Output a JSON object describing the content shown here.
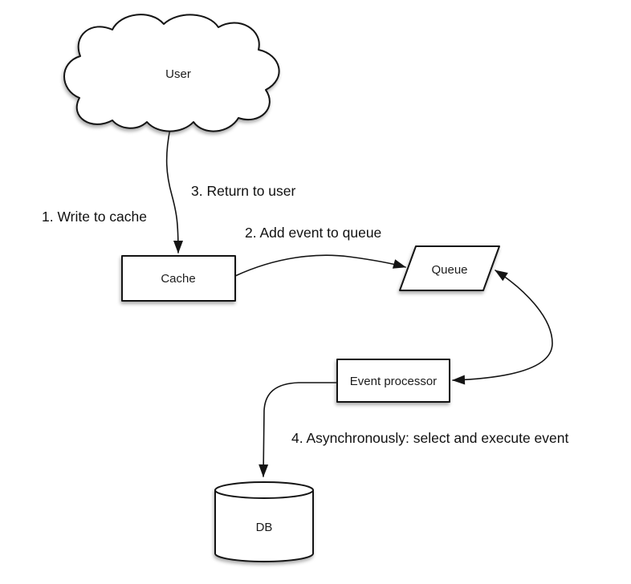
{
  "diagram": {
    "description": "Write-behind cache flow diagram",
    "nodes": {
      "user": {
        "label": "User",
        "shape": "cloud"
      },
      "cache": {
        "label": "Cache",
        "shape": "rectangle"
      },
      "queue": {
        "label": "Queue",
        "shape": "parallelogram"
      },
      "event_processor": {
        "label": "Event processor",
        "shape": "rectangle"
      },
      "db": {
        "label": "DB",
        "shape": "cylinder"
      }
    },
    "edge_labels": {
      "write_to_cache": "1. Write to cache",
      "add_event_to_queue": "2. Add event to queue",
      "return_to_user": "3. Return to user",
      "async_select_execute": "4. Asynchronously: select and execute event"
    },
    "colors": {
      "background": "#ffffff",
      "shape_fill": "#ffffff",
      "stroke": "#141414",
      "text": "#111111"
    }
  }
}
